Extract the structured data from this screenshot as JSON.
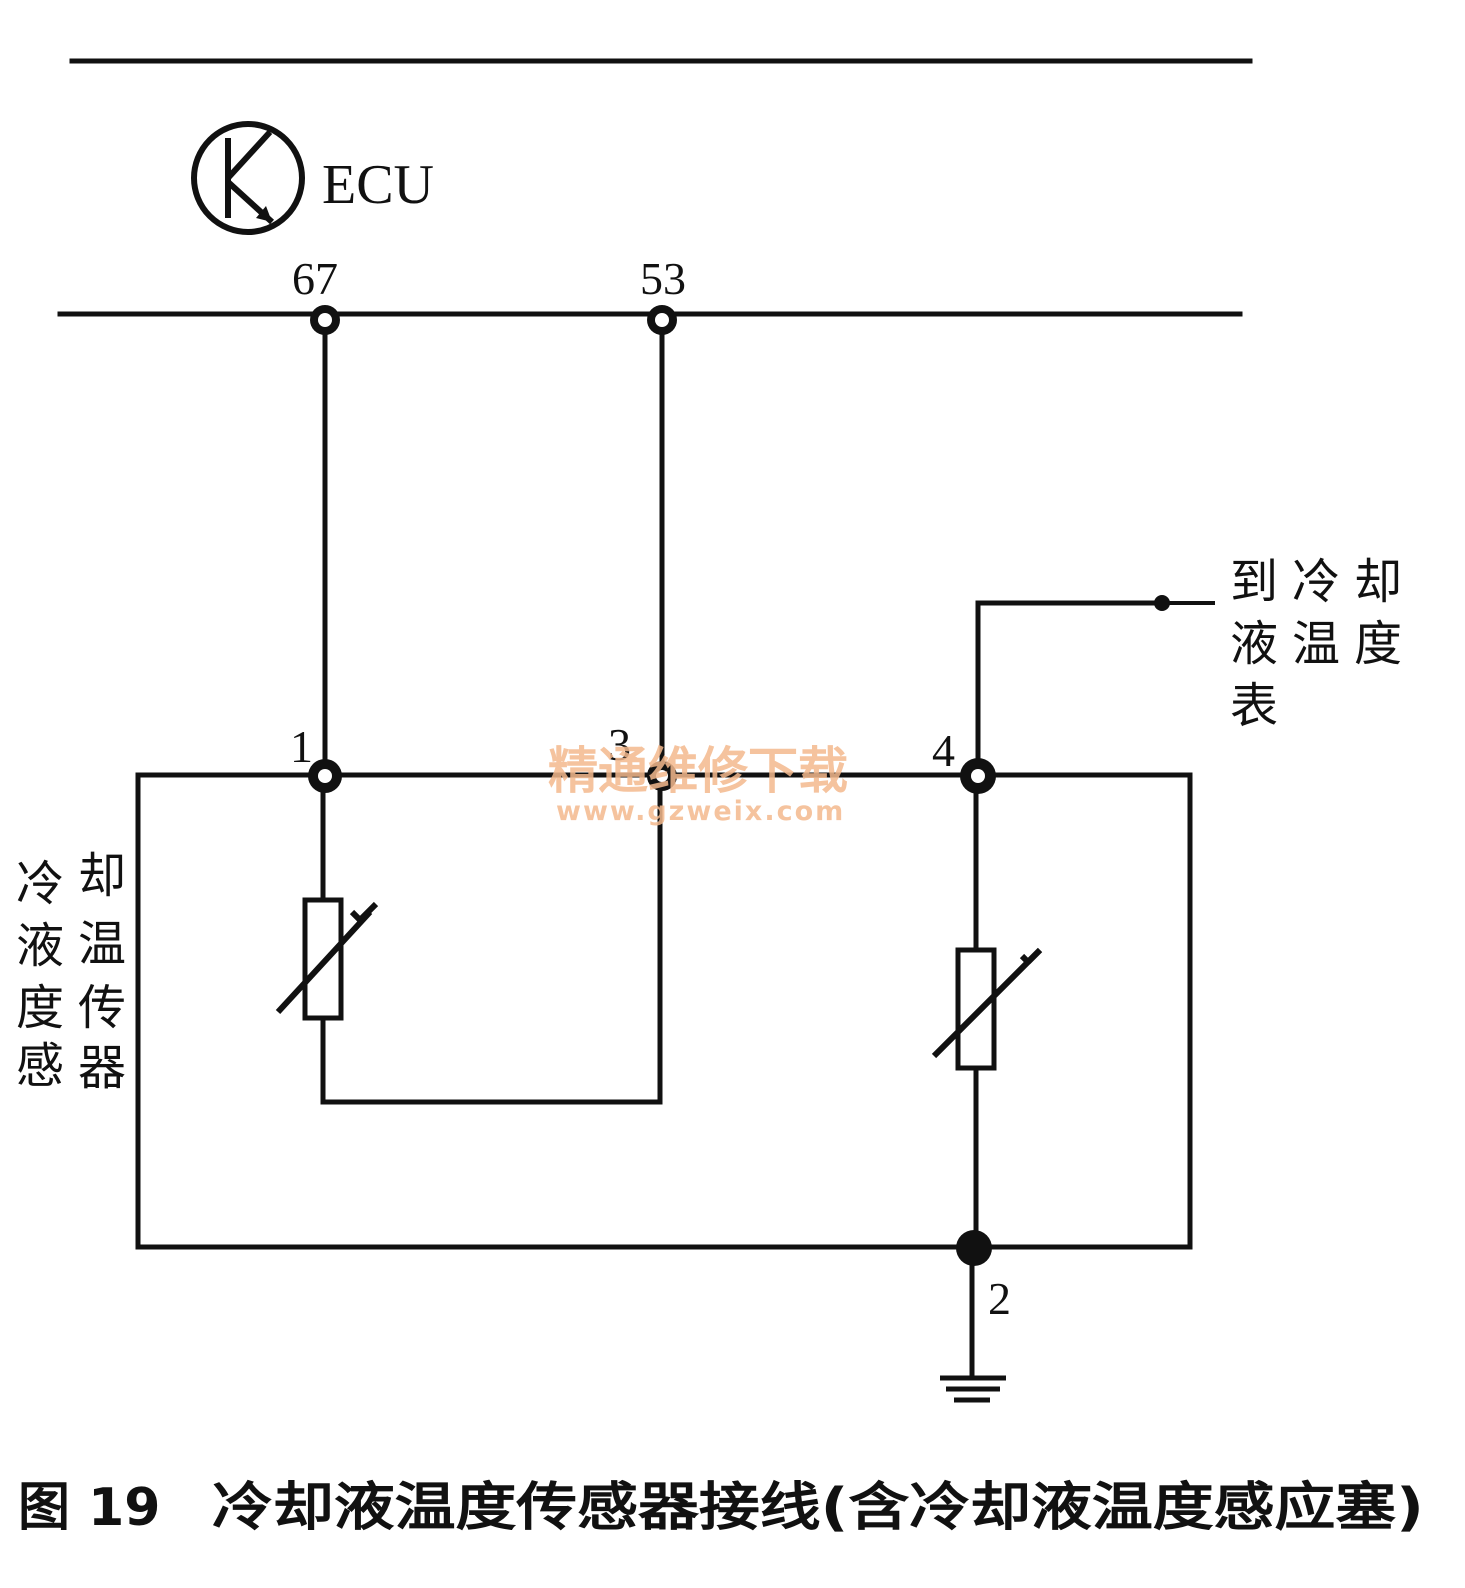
{
  "ecu": {
    "label": "ECU",
    "icon": "transistor-symbol-icon"
  },
  "ecu_pins": [
    {
      "id": "67",
      "label": "67"
    },
    {
      "id": "53",
      "label": "53"
    }
  ],
  "sensor_terminals": [
    {
      "id": "1",
      "label": "1"
    },
    {
      "id": "3",
      "label": "3"
    },
    {
      "id": "4",
      "label": "4"
    },
    {
      "id": "2",
      "label": "2"
    }
  ],
  "sensor_label": {
    "col_right": [
      "却",
      "温",
      "传",
      "器"
    ],
    "col_left": [
      "冷",
      "液",
      "度",
      "感"
    ]
  },
  "gauge_label": {
    "row1": "到冷却",
    "row2": "液温度",
    "row3": "表"
  },
  "watermark": {
    "line1": "精通维修下载",
    "line2": "www.gzweix.com"
  },
  "caption": {
    "figure_no": "图 19",
    "text": "冷却液温度传感器接线(含冷却液温度感应塞)"
  }
}
